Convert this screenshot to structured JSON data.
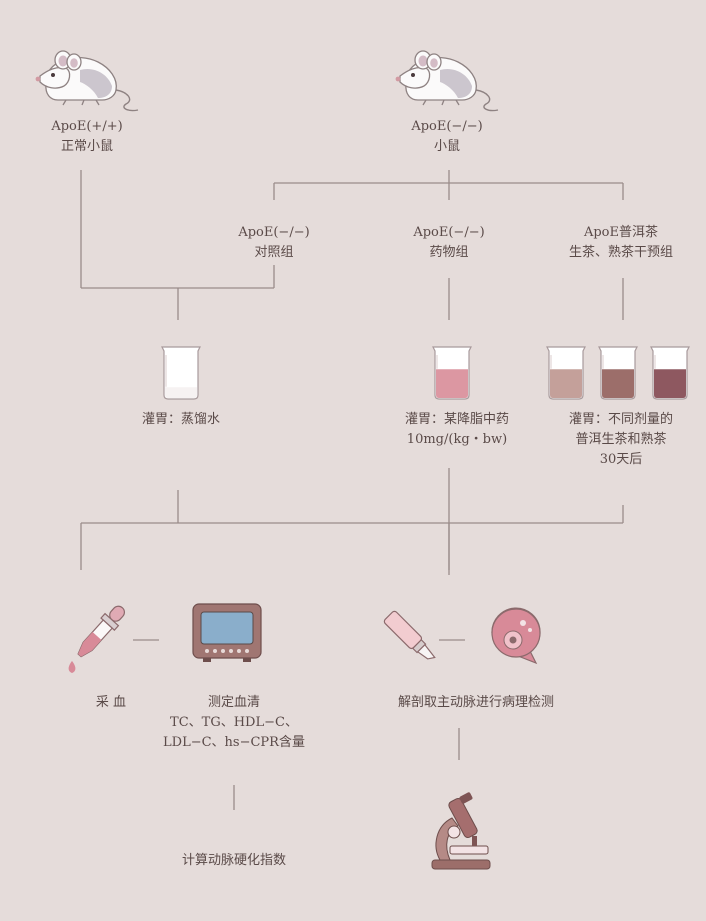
{
  "mice": {
    "left": {
      "line1": "ApoE(+/+)",
      "line2": "正常小鼠"
    },
    "right": {
      "line1": "ApoE(−/−)",
      "line2": "小鼠"
    }
  },
  "groups": {
    "control": {
      "line1": "ApoE(−/−)",
      "line2": "对照组"
    },
    "drug": {
      "line1": "ApoE(−/−)",
      "line2": "药物组"
    },
    "tea": {
      "line1": "ApoE普洱茶",
      "line2": "生茶、熟茶干预组"
    }
  },
  "treatments": {
    "water": {
      "line1": "灌胃：蒸馏水"
    },
    "drug": {
      "line1": "灌胃：某降脂中药",
      "line2": "10mg/(kg・bw)"
    },
    "tea": {
      "line1": "灌胃：不同剂量的",
      "line2": "普洱生茶和熟茶",
      "line3": "30天后"
    }
  },
  "steps": {
    "blood": "采  血",
    "serum": {
      "line1": "测定血清",
      "line2": "TC、TG、HDL−C、",
      "line3": "LDL−C、hs−CPR含量"
    },
    "dissect": "解剖取主动脉进行病理检测",
    "index": "计算动脉硬化指数"
  },
  "colors": {
    "line": "#9a8c8a",
    "water": "#f6f2f2",
    "drug": "#dc97a2",
    "tea_light": "#c4a09a",
    "tea_mid": "#9c6e6a",
    "tea_dark": "#8e5860"
  }
}
